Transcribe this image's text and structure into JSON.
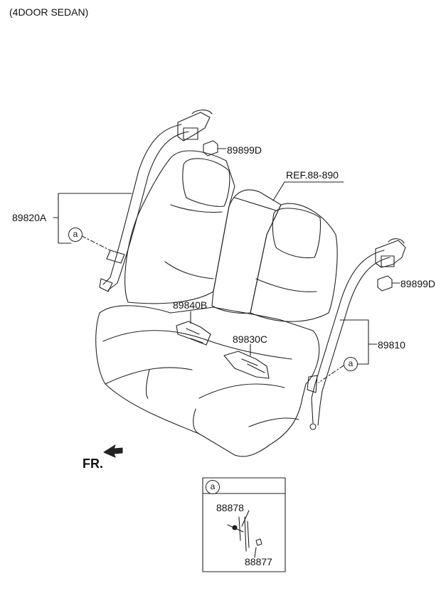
{
  "header": {
    "title": "(4DOOR SEDAN)"
  },
  "parts": {
    "p89899D_top": "89899D",
    "p89899D_right": "89899D",
    "ref": "REF.88-890",
    "p89820A": "89820A",
    "p89840B": "89840B",
    "p89830C": "89830C",
    "p89810": "89810",
    "p88878": "88878",
    "p88877": "88877"
  },
  "callouts": {
    "a_left": "a",
    "a_right": "a",
    "a_detail": "a"
  },
  "direction": {
    "front": "FR."
  }
}
